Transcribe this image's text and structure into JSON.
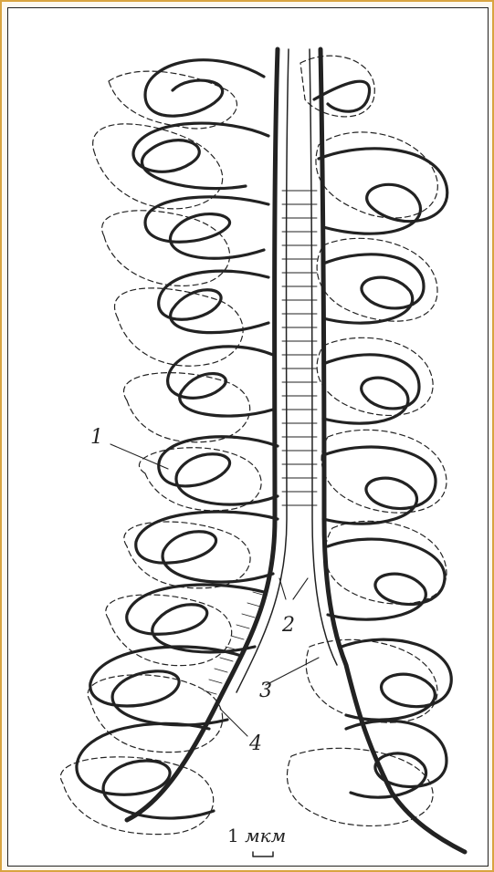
{
  "figure": {
    "labels": [
      {
        "id": "label-1",
        "text": "1"
      },
      {
        "id": "label-2",
        "text": "2"
      },
      {
        "id": "label-3",
        "text": "3"
      },
      {
        "id": "label-4",
        "text": "4"
      }
    ],
    "scale_bar": {
      "number": "1",
      "unit": "мкм"
    }
  },
  "colors": {
    "frame": "#d9a441",
    "ink": "#222222"
  }
}
